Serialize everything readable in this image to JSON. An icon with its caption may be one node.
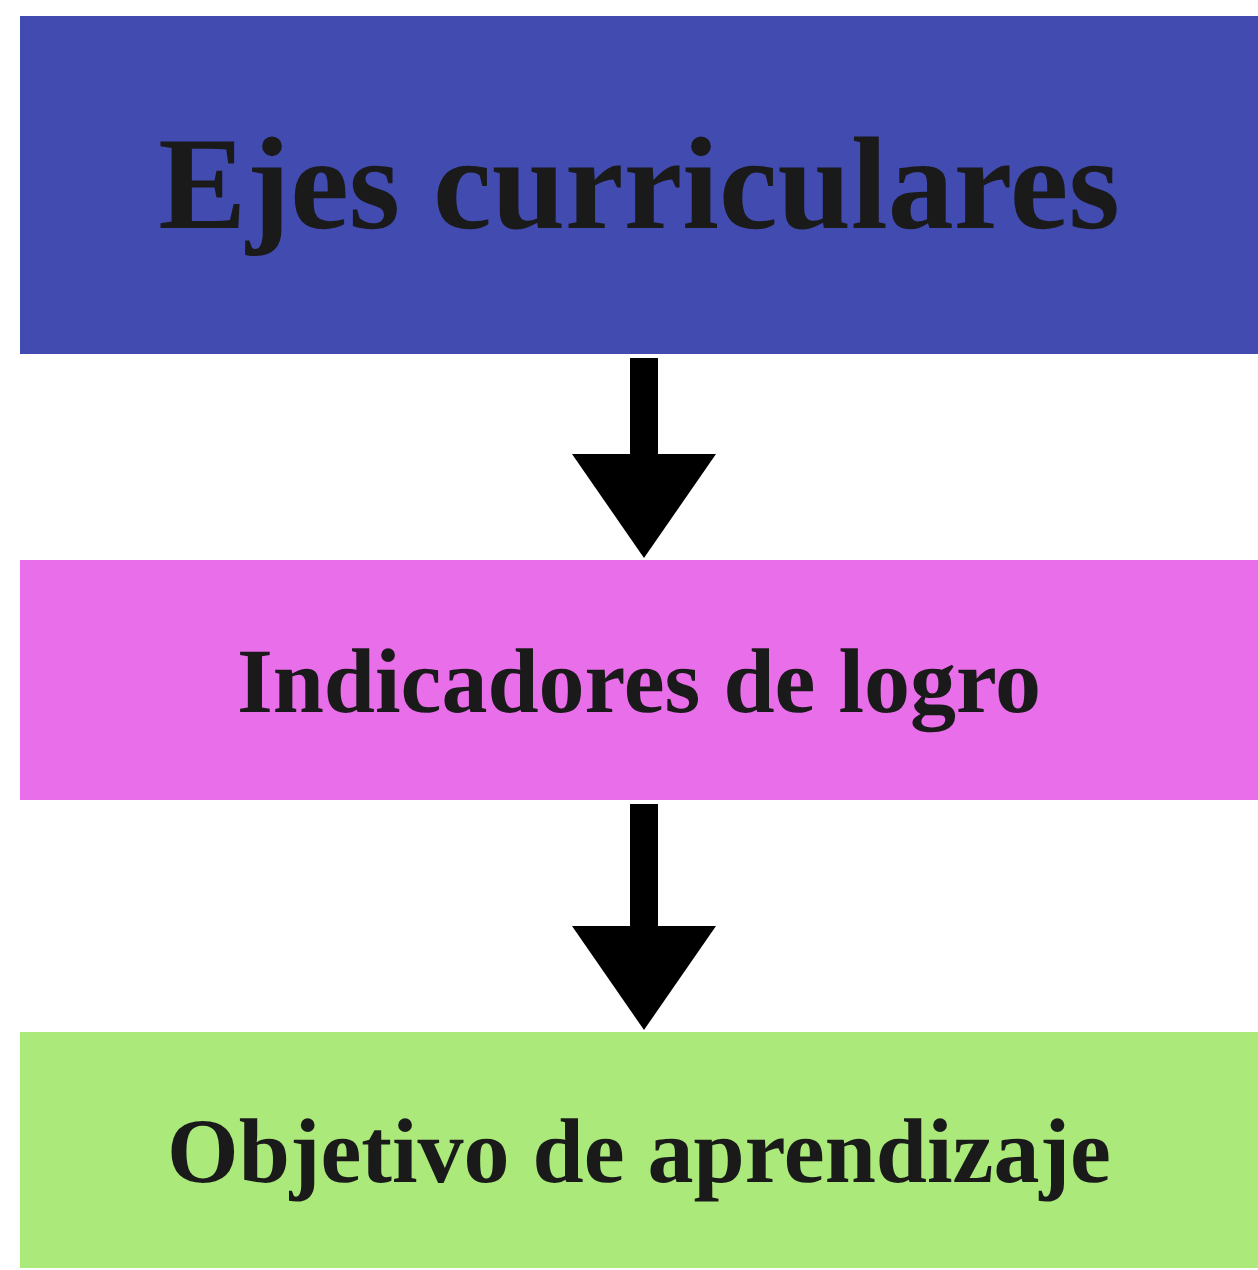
{
  "diagram": {
    "nodes": [
      {
        "text": [
          "Ejes curriculares"
        ]
      },
      {
        "text": [
          "Indicadores de logro"
        ]
      },
      {
        "text": [
          "Objetivo de aprendizaje"
        ]
      }
    ],
    "edges": [
      {
        "from": 0,
        "to": 1,
        "arrow": "to"
      },
      {
        "from": 1,
        "to": 2,
        "arrow": "to"
      }
    ]
  }
}
